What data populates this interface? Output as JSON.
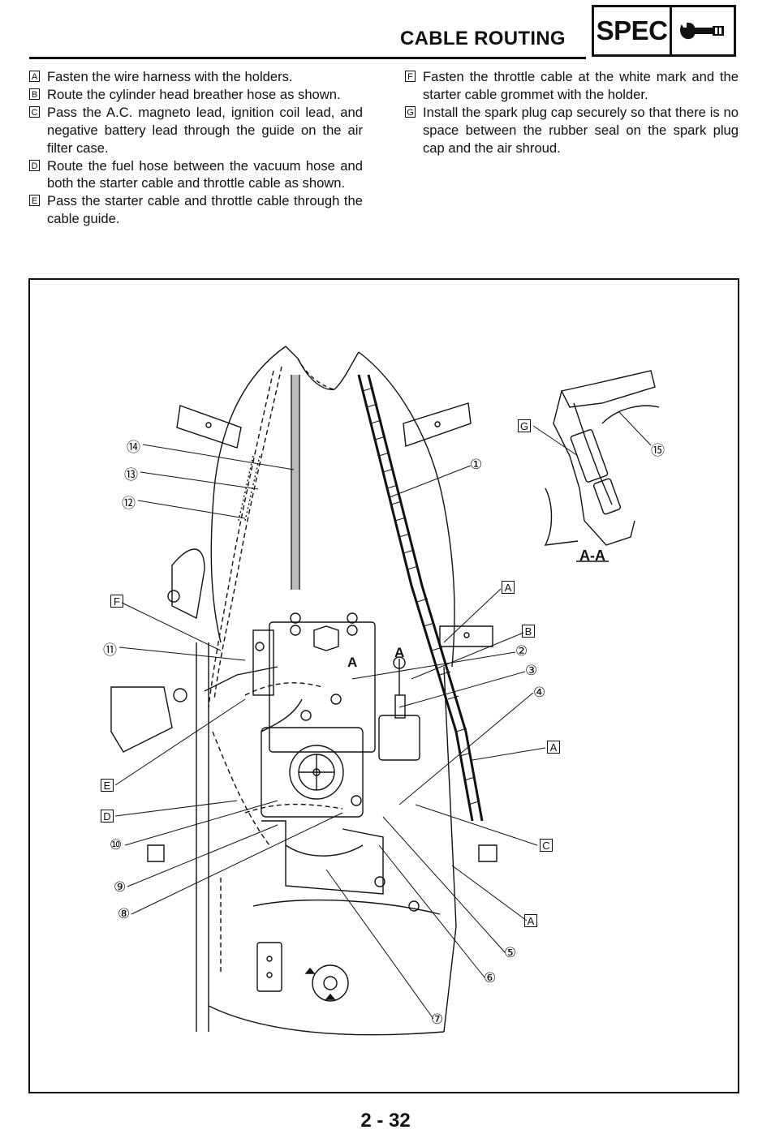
{
  "header": {
    "title": "CABLE ROUTING",
    "spec_label": "SPEC",
    "spec_icon": "wrench-icon"
  },
  "notes_left": [
    {
      "key": "A",
      "text": "Fasten the wire harness with the holders."
    },
    {
      "key": "B",
      "text": "Route the cylinder head breather hose as shown."
    },
    {
      "key": "C",
      "text": "Pass the A.C. magneto lead, ignition coil lead, and negative battery lead through the guide on the air filter case."
    },
    {
      "key": "D",
      "text": "Route the fuel hose between the vacuum hose and both the starter cable and throttle cable as shown."
    },
    {
      "key": "E",
      "text": "Pass the starter cable and throttle cable through the cable guide."
    }
  ],
  "notes_right": [
    {
      "key": "F",
      "text": "Fasten the throttle cable at the white mark and the starter cable grommet with the holder."
    },
    {
      "key": "G",
      "text": "Install the spark plug cap securely so that there is no space between the rubber seal on the spark plug cap and the air shroud."
    }
  ],
  "figure": {
    "section_label": "A-A",
    "view_marker": "A",
    "callouts_numbers": [
      "①",
      "②",
      "③",
      "④",
      "⑤",
      "⑥",
      "⑦",
      "⑧",
      "⑨",
      "⑩",
      "⑪",
      "⑫",
      "⑬",
      "⑭",
      "⑮"
    ],
    "callouts_letters": [
      "A",
      "B",
      "C",
      "D",
      "E",
      "F",
      "G"
    ]
  },
  "footer": {
    "page_number": "2 - 32"
  }
}
